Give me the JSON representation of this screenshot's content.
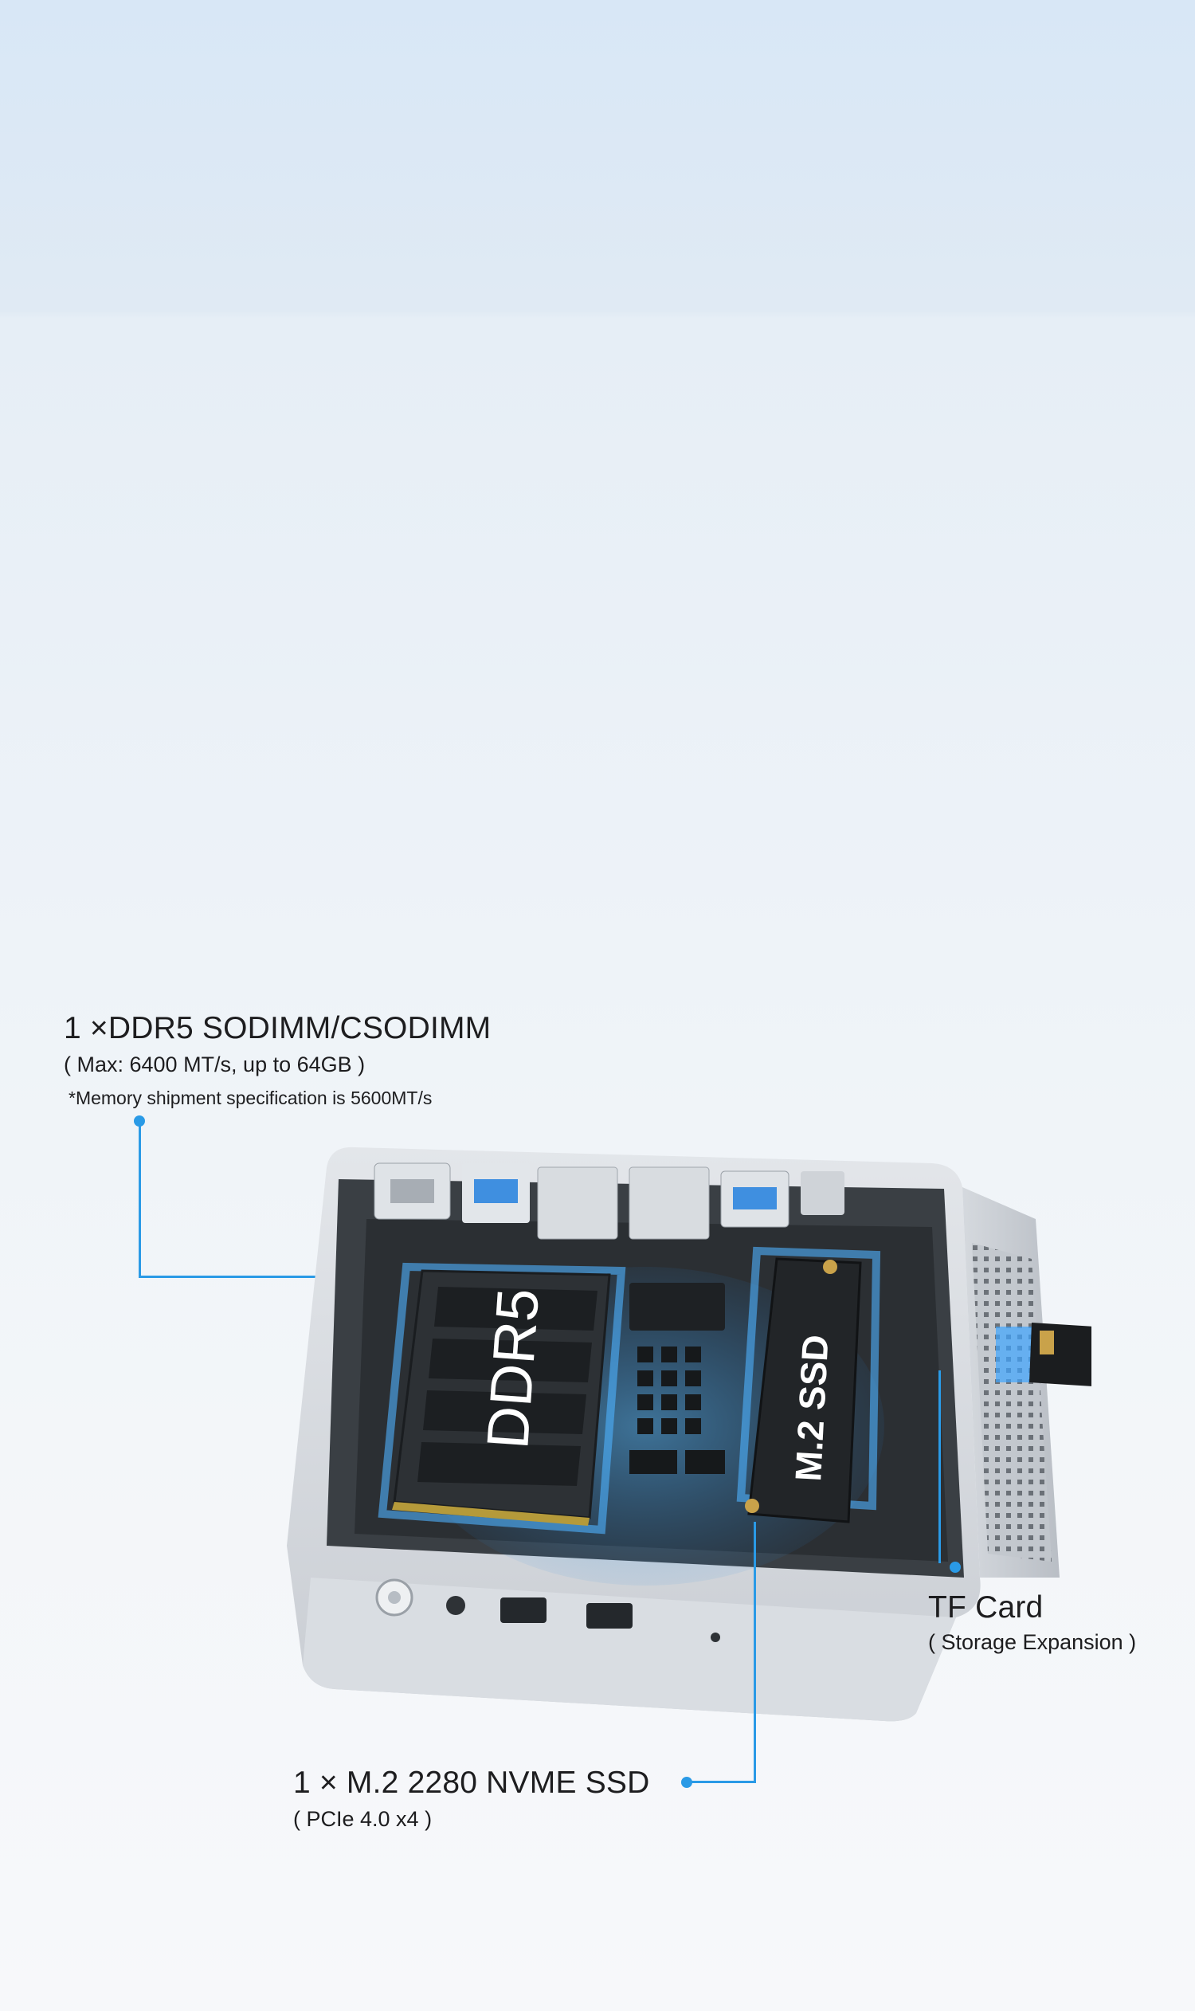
{
  "ddr": {
    "title": "1 ×DDR5 SODIMM/CSODIMM",
    "subtitle": "( Max: 6400 MT/s,  up to 64GB )",
    "note": "*Memory shipment specification is 5600MT/s"
  },
  "tf": {
    "title": "TF Card",
    "subtitle": "( Storage Expansion )"
  },
  "ssd": {
    "title": "1 × M.2 2280  NVME SSD",
    "subtitle": "( PCIe 4.0  x4 )"
  },
  "device": {
    "ram_label": "DDR5",
    "ssd_label": "M.2  SSD"
  },
  "colors": {
    "accent": "#2a9ae6",
    "chassis": "#d4d8dd",
    "board": "#2b2f33"
  }
}
